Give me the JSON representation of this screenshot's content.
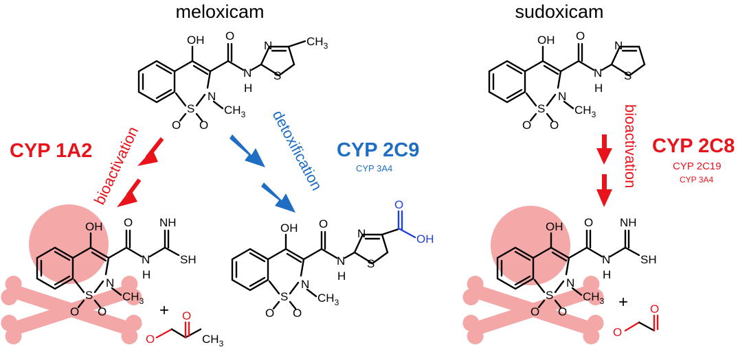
{
  "compounds": {
    "meloxicam": "meloxicam",
    "sudoxicam": "sudoxicam"
  },
  "enzymes": {
    "cyp1a2": "CYP 1A2",
    "cyp2c9": "CYP 2C9",
    "cyp3a4_left": "CYP 3A4",
    "cyp2c8": "CYP 2C8",
    "cyp2c19": "CYP 2C19",
    "cyp3a4_right": "CYP 3A4"
  },
  "pathways": {
    "bioactivation_left": "bioactivation",
    "detoxification": "detoxification",
    "bioactivation_right": "bioactivation"
  },
  "atoms": {
    "oh": "OH",
    "o": "O",
    "n": "N",
    "h": "H",
    "s": "S",
    "nh": "NH",
    "sh": "SH",
    "ch3": "CH",
    "sub3": "3",
    "plus": "+"
  },
  "colors": {
    "red": "#e8131b",
    "blue": "#1f6ec4",
    "carboxyl_blue": "#1f3fd9",
    "toxic_pink": "#f4a3a3"
  },
  "icons": [
    "skull-crossbones-icon",
    "skull-crossbones-icon"
  ]
}
